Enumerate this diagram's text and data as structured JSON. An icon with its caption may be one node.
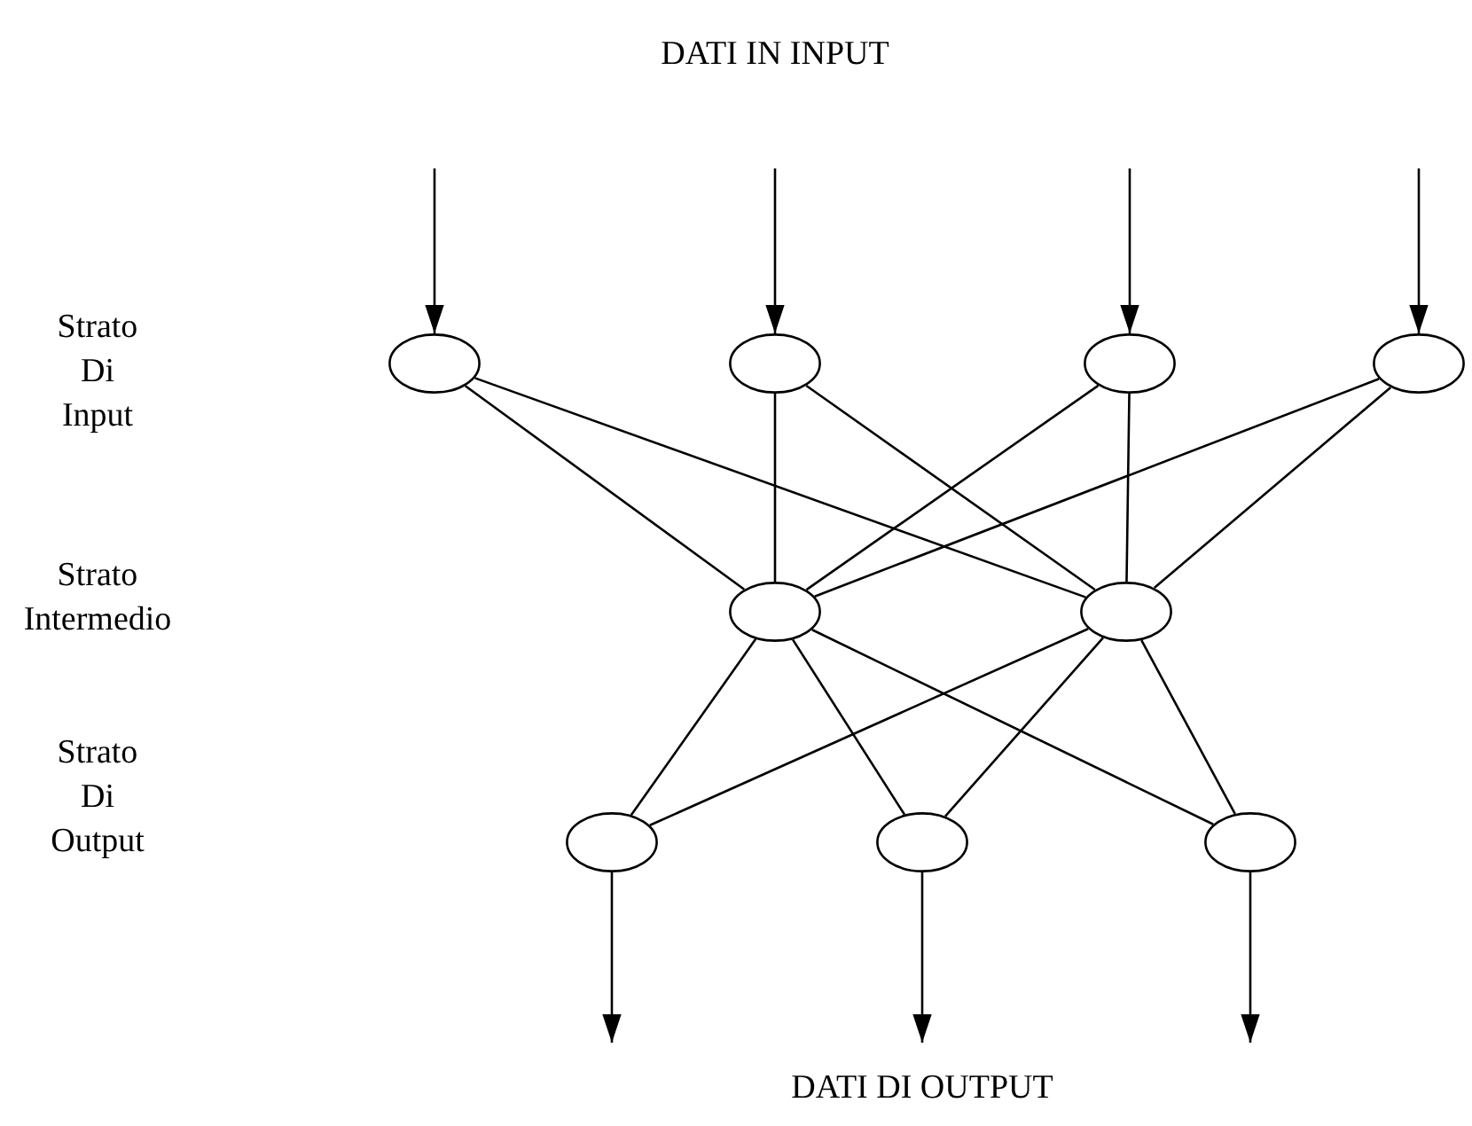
{
  "diagram": {
    "title": "DATI IN INPUT",
    "caption": "DATI DI OUTPUT",
    "nodes": [
      {
        "text": [],
        "shape": "ellipse"
      },
      {
        "text": [],
        "shape": "ellipse"
      },
      {
        "text": [],
        "shape": "ellipse"
      },
      {
        "text": [],
        "shape": "ellipse"
      },
      {
        "text": [],
        "shape": "ellipse"
      },
      {
        "text": [],
        "shape": "ellipse"
      },
      {
        "text": [],
        "shape": "ellipse"
      },
      {
        "text": [],
        "shape": "ellipse"
      },
      {
        "text": [],
        "shape": "ellipse"
      }
    ],
    "edges": [
      {
        "from": null,
        "to": 0,
        "arrow": "to"
      },
      {
        "from": null,
        "to": 1,
        "arrow": "to"
      },
      {
        "from": null,
        "to": 2,
        "arrow": "to"
      },
      {
        "from": null,
        "to": 3,
        "arrow": "to"
      },
      {
        "from": 0,
        "to": 4,
        "arrow": "none"
      },
      {
        "from": 0,
        "to": 5,
        "arrow": "none"
      },
      {
        "from": 1,
        "to": 4,
        "arrow": "none"
      },
      {
        "from": 1,
        "to": 5,
        "arrow": "none"
      },
      {
        "from": 2,
        "to": 4,
        "arrow": "none"
      },
      {
        "from": 2,
        "to": 5,
        "arrow": "none"
      },
      {
        "from": 3,
        "to": 4,
        "arrow": "none"
      },
      {
        "from": 3,
        "to": 5,
        "arrow": "none"
      },
      {
        "from": 4,
        "to": 6,
        "arrow": "none"
      },
      {
        "from": 4,
        "to": 7,
        "arrow": "none"
      },
      {
        "from": 4,
        "to": 8,
        "arrow": "none"
      },
      {
        "from": 5,
        "to": 6,
        "arrow": "none"
      },
      {
        "from": 5,
        "to": 7,
        "arrow": "none"
      },
      {
        "from": 5,
        "to": 8,
        "arrow": "none"
      },
      {
        "from": 6,
        "to": null,
        "arrow": "to"
      },
      {
        "from": 7,
        "to": null,
        "arrow": "to"
      },
      {
        "from": 8,
        "to": null,
        "arrow": "to"
      }
    ],
    "labels": [
      "Strato Di Input",
      "Strato Intermedio",
      "Strato Di Output"
    ]
  }
}
